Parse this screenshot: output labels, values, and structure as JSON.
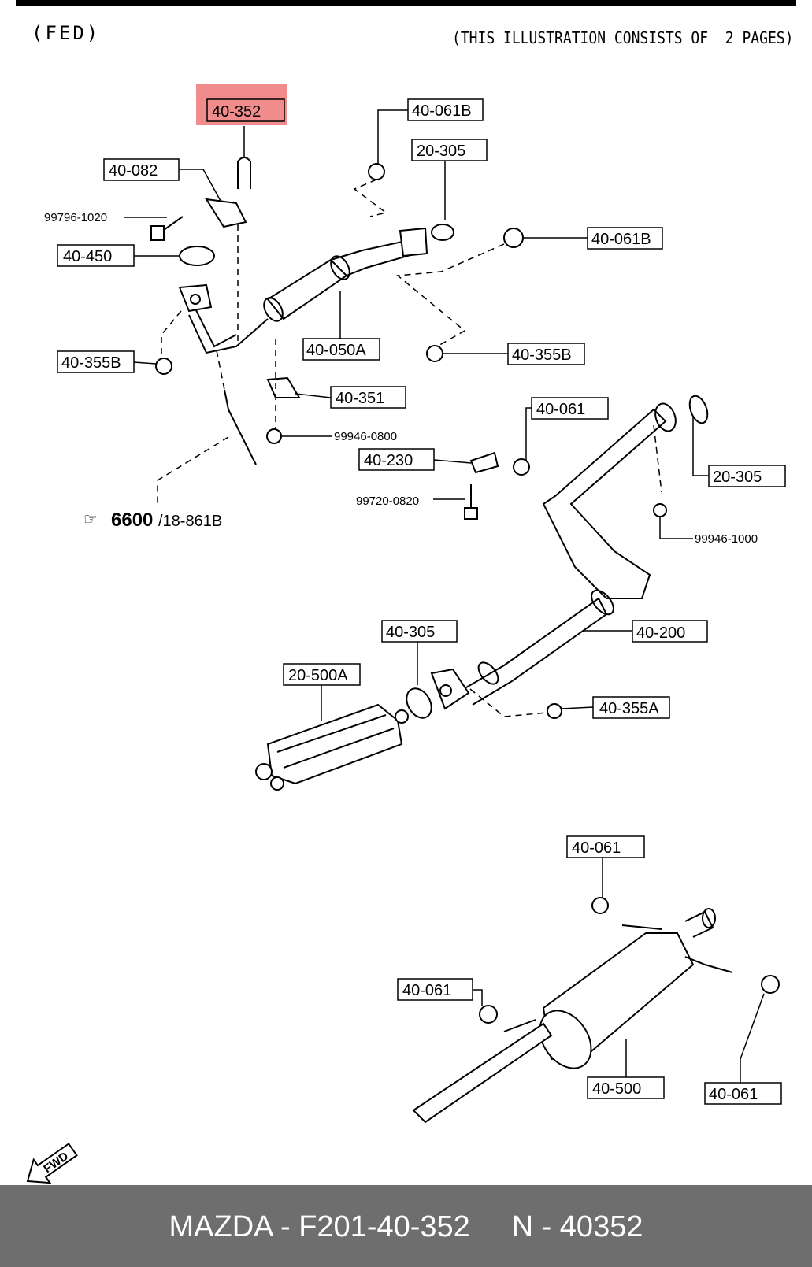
{
  "header": {
    "variant": "(FED)",
    "note": "(THIS ILLUSTRATION CONSISTS OF  2 PAGES)"
  },
  "highlight_color": "#f08080",
  "parts": {
    "p40_352": "40-352",
    "p40_061B_a": "40-061B",
    "p20_305_a": "20-305",
    "p40_082": "40-082",
    "p99796_1020": "99796-1020",
    "p40_061B_b": "40-061B",
    "p40_450": "40-450",
    "p40_050A": "40-050A",
    "p40_355B_a": "40-355B",
    "p40_355B_b": "40-355B",
    "p40_351": "40-351",
    "p99946_0800": "99946-0800",
    "p40_061_a": "40-061",
    "p20_305_b": "20-305",
    "p40_230": "40-230",
    "p99720_0820": "99720-0820",
    "p99946_1000": "99946-1000",
    "ref_bold": "6600",
    "ref_rest": "/18-861B",
    "p40_200": "40-200",
    "p40_305": "40-305",
    "p20_500A": "20-500A",
    "p40_355A": "40-355A",
    "p40_061_b": "40-061",
    "p40_061_c": "40-061",
    "p40_500": "40-500",
    "p40_061_d": "40-061"
  },
  "fwd_label": "FWD",
  "pointer_icon": "pointing-hand-icon",
  "footer": {
    "text": "MAZDA - F201-40-352     N - 40352"
  }
}
